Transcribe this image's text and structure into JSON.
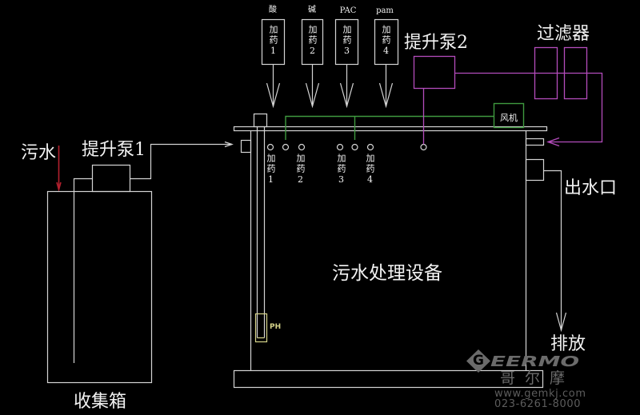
{
  "diagram": {
    "title": "污水处理设备"
  },
  "inflow": {
    "label": "污水"
  },
  "collection_tank": {
    "label": "收集箱"
  },
  "lift_pump_1": {
    "label": "提升泵1"
  },
  "lift_pump_2": {
    "label": "提升泵2"
  },
  "filter": {
    "label": "过滤器"
  },
  "blower": {
    "label": "风机"
  },
  "ph_probe": {
    "label": "PH"
  },
  "outlet": {
    "label": "出水口"
  },
  "discharge": {
    "label": "排放"
  },
  "dosing": [
    {
      "chemical": "酸",
      "tank_label": "加药1",
      "port_label": "加药1"
    },
    {
      "chemical": "碱",
      "tank_label": "加药2",
      "port_label": "加药2"
    },
    {
      "chemical": "PAC",
      "tank_label": "加药3",
      "port_label": "加药3"
    },
    {
      "chemical": "pam",
      "tank_label": "加药4",
      "port_label": "加药4"
    }
  ],
  "watermark": {
    "logo_letter": "G",
    "brand": "EERMO",
    "name_cn": "哥尔摩",
    "website": "www.gemkj.com",
    "phone": "023-6261-8000"
  },
  "colors": {
    "background": "#000000",
    "text": "#f2f2f2",
    "line": "#d4d4d4",
    "pump2_line": "#b44cbc",
    "aeration_line": "#3f9a3f",
    "inflow_arrow": "#b3202e",
    "ph_probe": "#d6d48a",
    "watermark": "#6b6b6b"
  }
}
